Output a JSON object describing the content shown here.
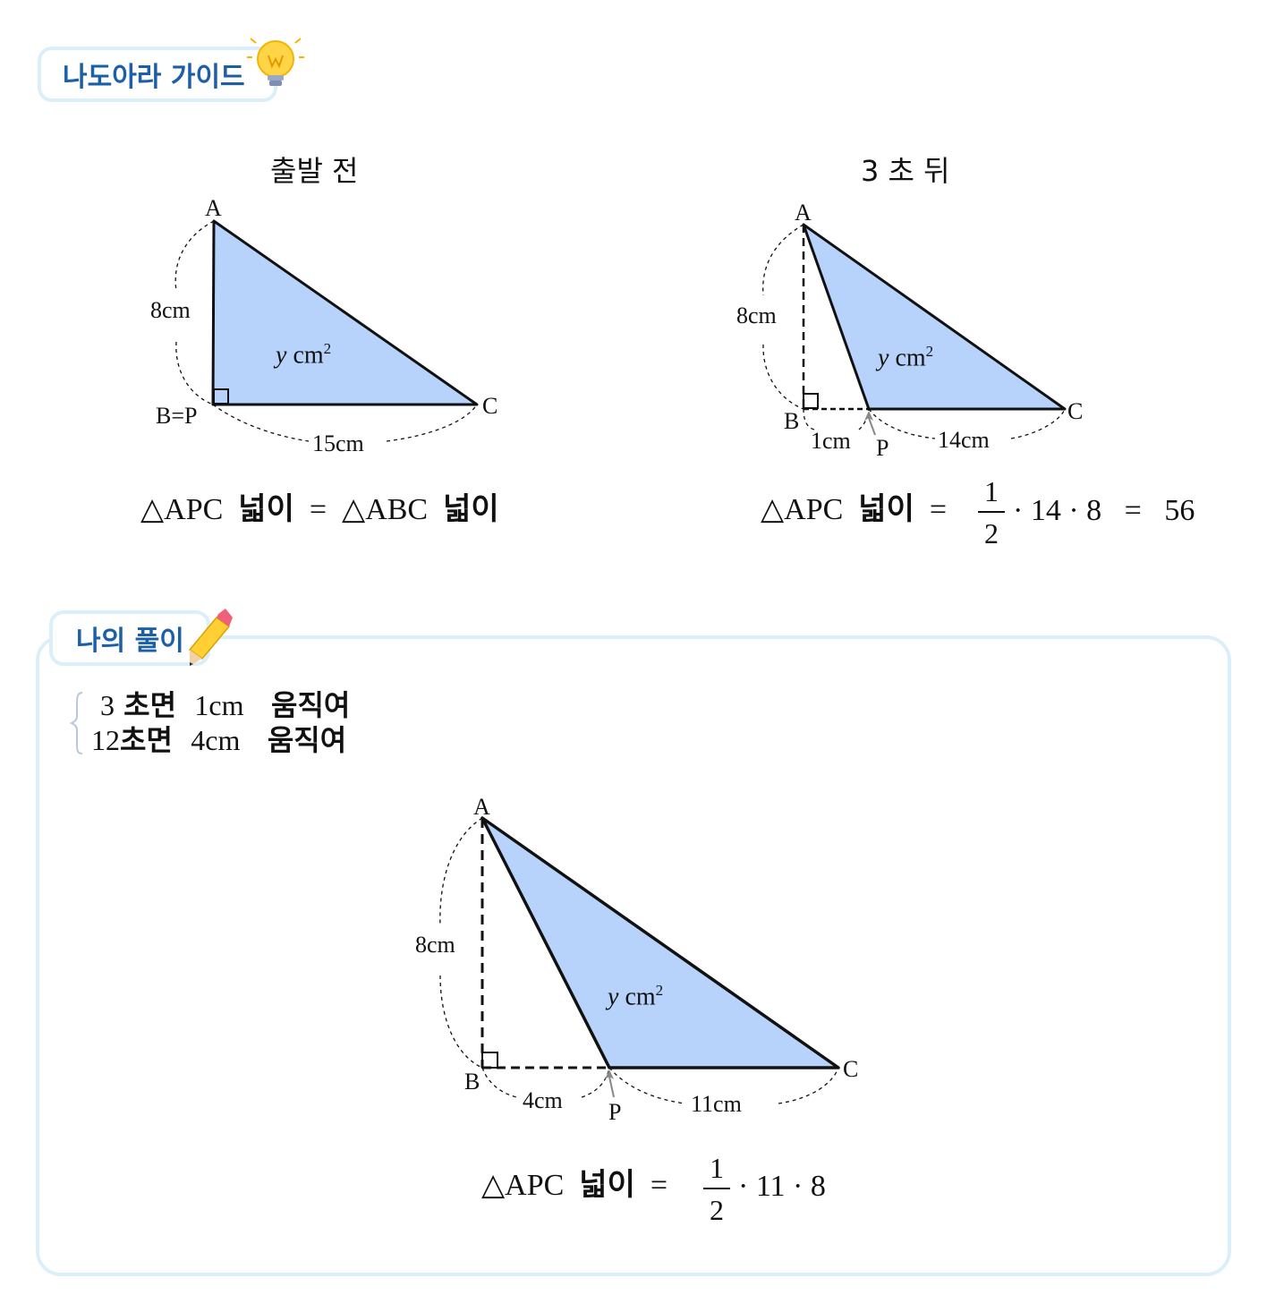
{
  "guide_tab": {
    "title": "나도아라 가이드"
  },
  "solution_tab": {
    "title": "나의 풀이"
  },
  "colors": {
    "triangle_fill": "#b7d3fb",
    "tab_text": "#1b5fa8",
    "border": "#dbeffb"
  },
  "diagrams": {
    "before": {
      "caption": "출발 전",
      "label_A": "A",
      "label_BP": "B=P",
      "label_C": "C",
      "label_height": "8cm",
      "label_base": "15cm",
      "label_area_y": "y",
      "label_area_unit": "cm",
      "label_area_exp": "2",
      "eq_left": "△APC",
      "eq_word1": "넓이",
      "eq_sign": "=",
      "eq_mid": "△ABC",
      "eq_word2": "넓이"
    },
    "after3": {
      "caption": "3 초  뒤",
      "label_A": "A",
      "label_B": "B",
      "label_P": "P",
      "label_C": "C",
      "label_height": "8cm",
      "label_bp": "1cm",
      "label_pc": "14cm",
      "label_area_y": "y",
      "label_area_unit": "cm",
      "label_area_exp": "2",
      "eq_left": "△APC",
      "eq_word": "넓이",
      "eq_sign": "=",
      "frac_num": "1",
      "frac_den": "2",
      "eq_rest": "· 14 · 8",
      "eq_sign2": "=",
      "eq_result": "56"
    },
    "after12": {
      "label_A": "A",
      "label_B": "B",
      "label_P": "P",
      "label_C": "C",
      "label_height": "8cm",
      "label_bp": "4cm",
      "label_pc": "11cm",
      "label_area_y": "y",
      "label_area_unit": "cm",
      "label_area_exp": "2",
      "eq_left": "△APC",
      "eq_word": "넓이",
      "eq_sign": "=",
      "frac_num": "1",
      "frac_den": "2",
      "eq_rest": "· 11 · 8"
    }
  },
  "solution": {
    "line1": {
      "time": "3",
      "unit": "초면",
      "dist": "1cm",
      "verb": "움직여"
    },
    "line2": {
      "time": "12",
      "unit": "초면",
      "dist": "4cm",
      "verb": "움직여"
    }
  }
}
